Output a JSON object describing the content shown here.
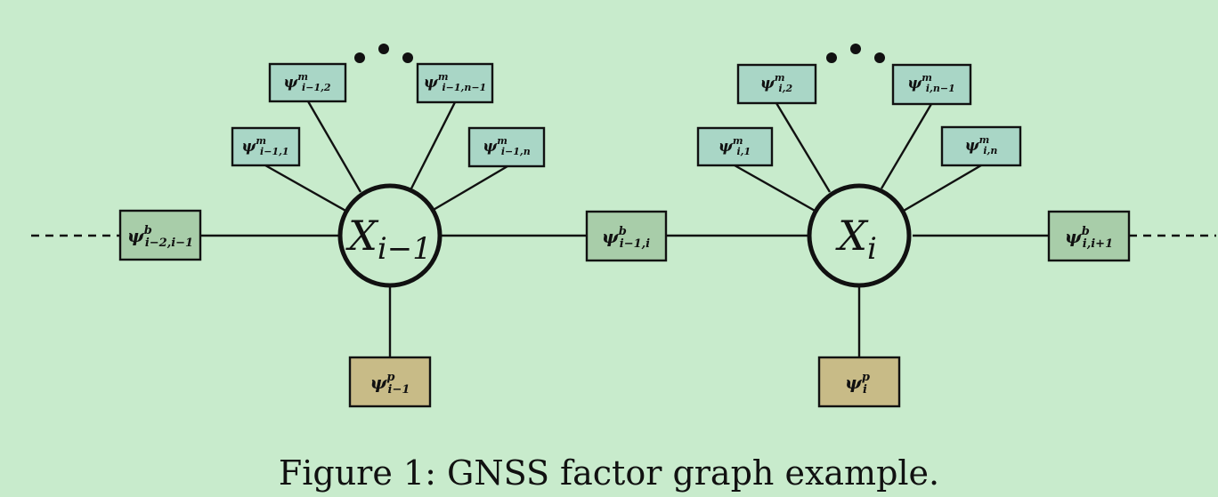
{
  "caption": "Figure 1: GNSS factor graph example.",
  "colors": {
    "background": "#c8ebcc",
    "measurement_factor": "#a9d6c6",
    "between_factor": "#a8cda9",
    "prior_factor": "#c8bb87",
    "stroke": "#111111"
  },
  "nodes": {
    "x_prev": {
      "base": "X",
      "sub": "i−1"
    },
    "x_curr": {
      "base": "X",
      "sub": "i"
    }
  },
  "factors": {
    "between_left": {
      "base": "ψ",
      "sup": "b",
      "sub": "i−2,i−1"
    },
    "between_mid": {
      "base": "ψ",
      "sup": "b",
      "sub": "i−1,i"
    },
    "between_right": {
      "base": "ψ",
      "sup": "b",
      "sub": "i,i+1"
    },
    "prior_prev": {
      "base": "ψ",
      "sup": "p",
      "sub": "i−1"
    },
    "prior_curr": {
      "base": "ψ",
      "sup": "p",
      "sub": "i"
    },
    "meas_prev_1": {
      "base": "ψ",
      "sup": "m",
      "sub": "i−1,1"
    },
    "meas_prev_2": {
      "base": "ψ",
      "sup": "m",
      "sub": "i−1,2"
    },
    "meas_prev_nm1": {
      "base": "ψ",
      "sup": "m",
      "sub": "i−1,n−1"
    },
    "meas_prev_n": {
      "base": "ψ",
      "sup": "m",
      "sub": "i−1,n"
    },
    "meas_curr_1": {
      "base": "ψ",
      "sup": "m",
      "sub": "i,1"
    },
    "meas_curr_2": {
      "base": "ψ",
      "sup": "m",
      "sub": "i,2"
    },
    "meas_curr_nm1": {
      "base": "ψ",
      "sup": "m",
      "sub": "i,n−1"
    },
    "meas_curr_n": {
      "base": "ψ",
      "sup": "m",
      "sub": "i,n"
    }
  }
}
